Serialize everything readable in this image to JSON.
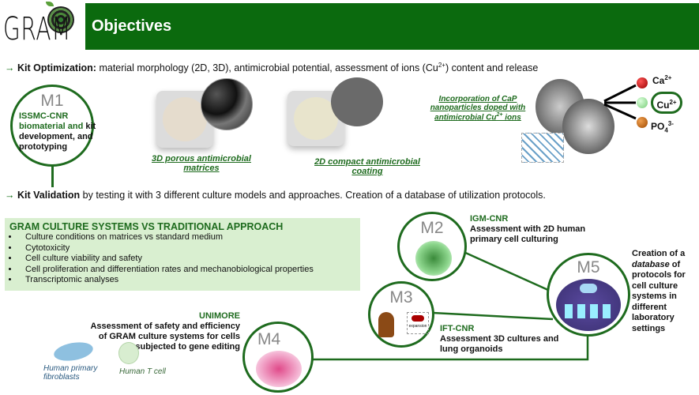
{
  "logo": {
    "text": "GRAM"
  },
  "header": {
    "title": "Objectives"
  },
  "optimization": {
    "label": "Kit Optimization:",
    "text": " material morphology (2D, 3D), antimicrobial potential, assessment of ions (Cu",
    "sup": "2+",
    "text_end": ") content and release"
  },
  "m1": {
    "label": "M1",
    "org": "ISSMC-CNR",
    "line1": "biomaterial and",
    "line1_end": " kit",
    "line2": "development, and",
    "line3": "prototyping"
  },
  "captions": {
    "porous": "3D porous antimicrobial matrices",
    "compact": "2D compact antimicrobial coating",
    "cap_pre": "Incorporation of CaP nanoparticles doped with antimicrobial Cu",
    "cap_sup": "2+",
    "cap_end": " ions"
  },
  "ions": {
    "ca": "Ca",
    "ca_sup": "2+",
    "cu": "Cu",
    "cu_sup": "2+",
    "po": "PO",
    "po_sub": "4",
    "po_sup": "3-"
  },
  "validation": {
    "label": "Kit Validation",
    "text": " by testing it with 3 different culture models and approaches. Creation of a database of utilization protocols."
  },
  "culture_box": {
    "title": "GRAM CULTURE SYSTEMS VS TRADITIONAL APPROACH",
    "items": [
      "Culture conditions on matrices vs standard medium",
      "Cytotoxicity",
      "Cell culture viability and safety",
      "Cell proliferation and differentiation rates and mechanobiological properties",
      "Transcriptomic analyses"
    ]
  },
  "m2": {
    "label": "M2",
    "org": "IGM-CNR",
    "text": "Assessment with 2D human primary cell culturing"
  },
  "m3": {
    "label": "M3",
    "org": "IFT-CNR",
    "text": "Assessment 3D cultures and lung organoids",
    "expansion": "expansion"
  },
  "m4": {
    "label": "M4",
    "org": "UNIMORE",
    "text": "Assessment of safety and efficiency of GRAM culture systems for cells subjected to gene editing"
  },
  "m5": {
    "label": "M5",
    "t1": "Creation of a",
    "t2": "database",
    "t3": " of",
    "t4": "protocols for cell culture systems in different laboratory settings"
  },
  "cells": {
    "fibroblasts": "Human primary fibroblasts",
    "tcell": "Human T cell"
  },
  "colors": {
    "header": "#0b6a0e",
    "accent": "#1e6b1e",
    "box": "#d9efd0"
  }
}
